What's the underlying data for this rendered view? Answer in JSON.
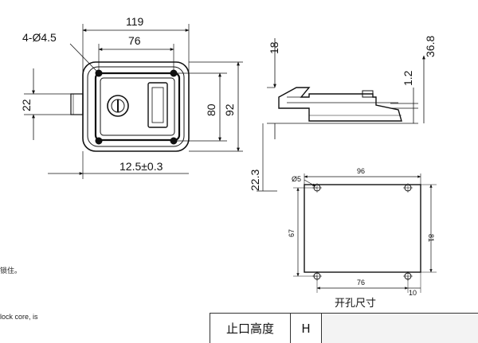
{
  "front_view": {
    "hole_spec": "4-Ø4.5",
    "width_overall": "119",
    "hole_spacing_h": "76",
    "latch_height": "22",
    "hole_spacing_v": "80",
    "height_overall": "92",
    "handle_offset": "12.5±0.3"
  },
  "side_view": {
    "flange_depth": "18",
    "total_depth": "36.8",
    "plate_thickness": "1.2",
    "body_depth": "22.3"
  },
  "cutout": {
    "title": "开孔尺寸",
    "hole_dia": "Ø5",
    "width": "96",
    "height": "67",
    "outer_height": "81",
    "hole_spacing": "76",
    "edge_offset": "10"
  },
  "side_notes": {
    "cn_fragment": "锁住。",
    "en_fragment": "lock core, is"
  },
  "table": {
    "header": "止口高度",
    "value": "H",
    "blank": ""
  }
}
